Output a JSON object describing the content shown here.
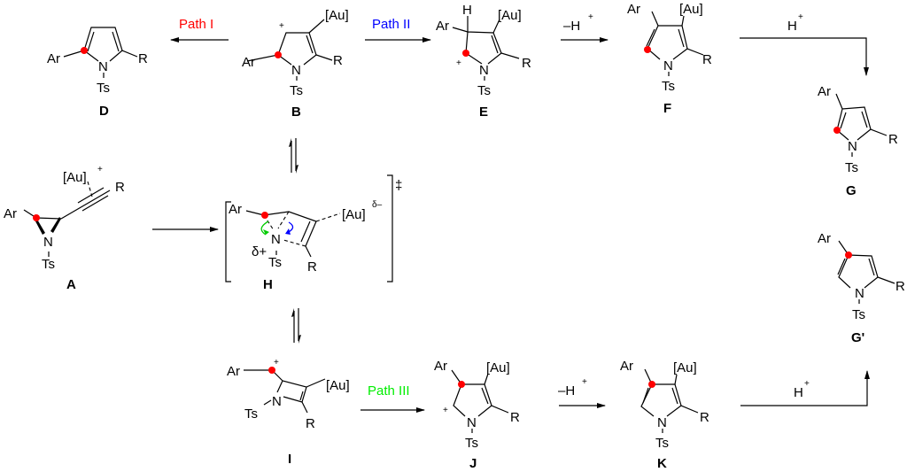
{
  "scheme": {
    "colors": {
      "path1": "#ff0000",
      "path2": "#0000ff",
      "path3": "#00ff00",
      "marker_dot": "#ff0000"
    },
    "path_labels": {
      "path1": "Path I",
      "path2": "Path II",
      "path3": "Path III"
    },
    "reagents": {
      "minus_h": "–H",
      "plus_h": "H",
      "plus_sign": "+"
    },
    "atoms": {
      "ar": "Ar",
      "r": "R",
      "n": "N",
      "ts": "Ts",
      "h": "H",
      "au": "[Au]",
      "delta_plus": "δ+",
      "delta_minus": "δ–",
      "double_dagger": "‡"
    },
    "compounds": {
      "A": "A",
      "B": "B",
      "D": "D",
      "E": "E",
      "F": "F",
      "G": "G",
      "G_prime": "G'",
      "H": "H",
      "I": "I",
      "J": "J",
      "K": "K"
    }
  }
}
